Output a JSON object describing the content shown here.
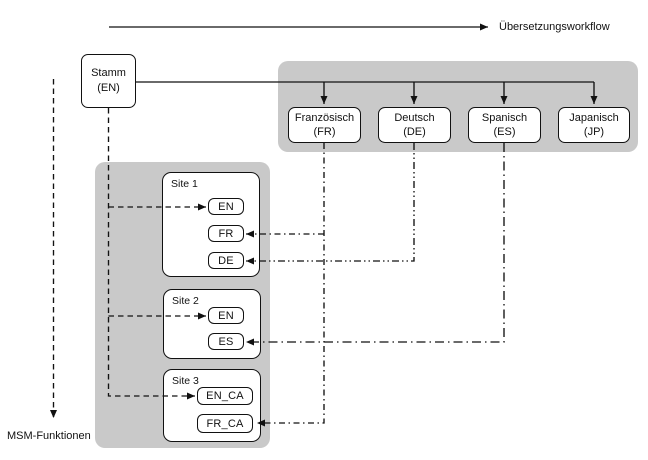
{
  "workflow": {
    "label": "Übersetzungsworkflow"
  },
  "msm": {
    "label": "MSM-Funktionen"
  },
  "master": {
    "line1": "Stamm",
    "line2": "(EN)"
  },
  "languages": [
    {
      "name": "Französisch",
      "code": "(FR)"
    },
    {
      "name": "Deutsch",
      "code": "(DE)"
    },
    {
      "name": "Spanisch",
      "code": "(ES)"
    },
    {
      "name": "Japanisch",
      "code": "(JP)"
    }
  ],
  "sites": [
    {
      "label": "Site 1",
      "codes": [
        "EN",
        "FR",
        "DE"
      ]
    },
    {
      "label": "Site 2",
      "codes": [
        "EN",
        "ES"
      ]
    },
    {
      "label": "Site 3",
      "codes": [
        "EN_CA",
        "FR_CA"
      ]
    }
  ],
  "colors": {
    "ink": "#111111",
    "panel": "#c9c9c9",
    "box_bg": "#ffffff"
  }
}
